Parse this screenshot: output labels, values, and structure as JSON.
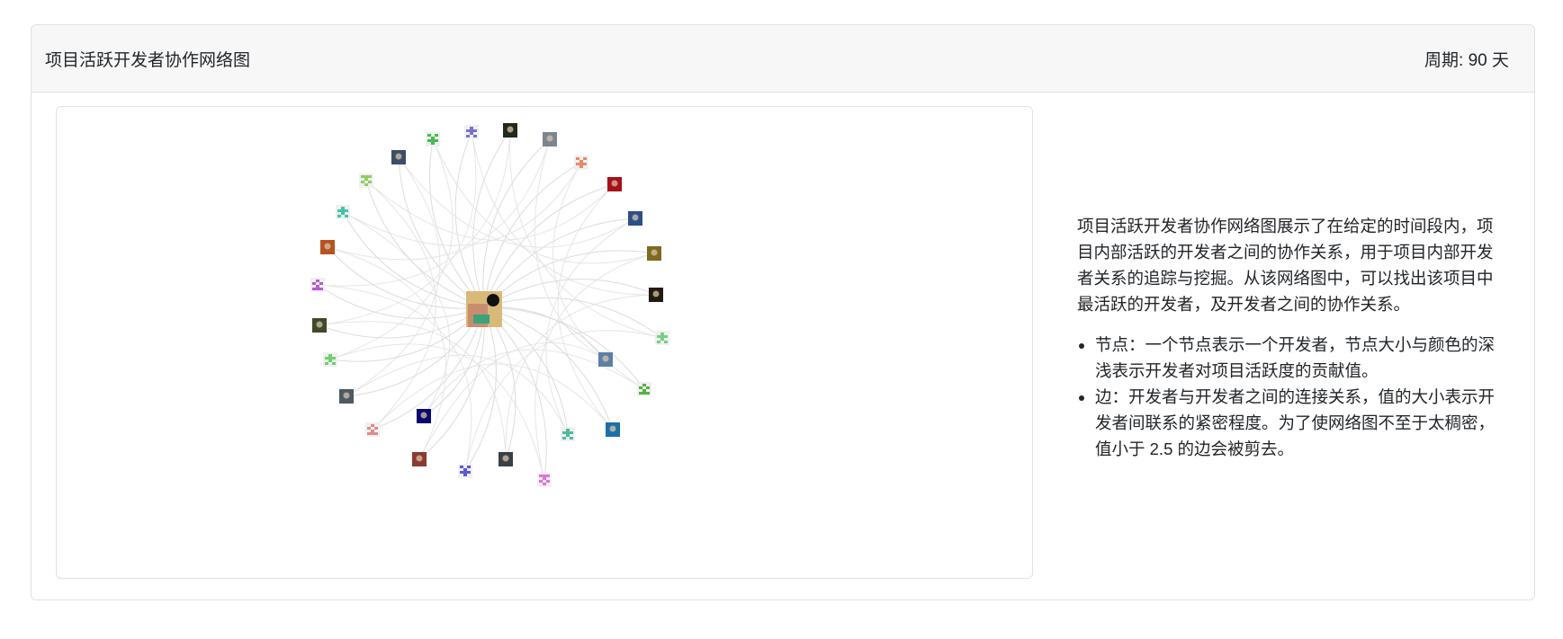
{
  "header": {
    "title": "项目活跃开发者协作网络图",
    "period": "周期: 90 天"
  },
  "graph": {
    "center_node": {
      "label": ""
    },
    "nodes": [
      {
        "color": "#3fbf4f",
        "type": "identicon"
      },
      {
        "color": "#7a71c9",
        "type": "identicon"
      },
      {
        "color": "#1f2b1a",
        "type": "photo"
      },
      {
        "color": "#7c8690",
        "type": "photo"
      },
      {
        "color": "#e38c69",
        "type": "identicon"
      },
      {
        "color": "#a8101a",
        "type": "photo"
      },
      {
        "color": "#2c4f8a",
        "type": "photo"
      },
      {
        "color": "#7d6a1f",
        "type": "photo"
      },
      {
        "color": "#231a12",
        "type": "photo"
      },
      {
        "color": "#77d082",
        "type": "identicon"
      },
      {
        "color": "#5c7fa8",
        "type": "photo"
      },
      {
        "color": "#56b13f",
        "type": "identicon"
      },
      {
        "color": "#1c6fa8",
        "type": "photo"
      },
      {
        "color": "#4dbca3",
        "type": "identicon"
      },
      {
        "color": "#e46fe0",
        "type": "identicon"
      },
      {
        "color": "#384048",
        "type": "photo"
      },
      {
        "color": "#5c5ad4",
        "type": "identicon"
      },
      {
        "color": "#8a3a32",
        "type": "photo"
      },
      {
        "color": "#0a0a6e",
        "type": "photo"
      },
      {
        "color": "#e08a8a",
        "type": "identicon"
      },
      {
        "color": "#4d5a62",
        "type": "photo"
      },
      {
        "color": "#6fd06f",
        "type": "identicon"
      },
      {
        "color": "#3e4a2a",
        "type": "photo"
      },
      {
        "color": "#b35bd6",
        "type": "identicon"
      },
      {
        "color": "#b45422",
        "type": "photo"
      },
      {
        "color": "#40c7a9",
        "type": "identicon"
      },
      {
        "color": "#8cd061",
        "type": "identicon"
      },
      {
        "color": "#3b4e66",
        "type": "photo"
      }
    ]
  },
  "description": {
    "paragraph": "项目活跃开发者协作网络图展示了在给定的时间段内，项目内部活跃的开发者之间的协作关系，用于项目内部开发者关系的追踪与挖掘。从该网络图中，可以找出该项目中最活跃的开发者，及开发者之间的协作关系。",
    "bullets": [
      "节点：一个节点表示一个开发者，节点大小与颜色的深浅表示开发者对项目活跃度的贡献值。",
      "边：开发者与开发者之间的连接关系，值的大小表示开发者间联系的紧密程度。为了使网络图不至于太稠密，值小于 2.5 的边会被剪去。"
    ]
  }
}
